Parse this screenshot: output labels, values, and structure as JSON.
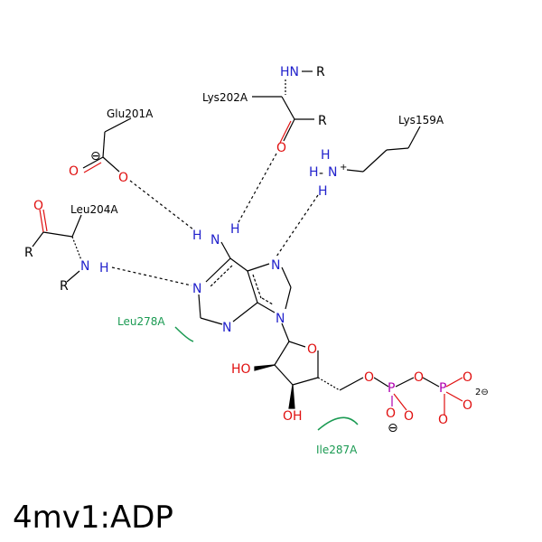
{
  "title": "4mv1:ADP",
  "colors": {
    "bond": "#000000",
    "nitrogen": "#2222cc",
    "oxygen": "#e01010",
    "phosphorus": "#b000b0",
    "hydrophobic": "#1a9a52"
  },
  "residues": {
    "lys202": "Lys202A",
    "glu201": "Glu201A",
    "leu204": "Leu204A",
    "lys159": "Lys159A",
    "leu278": "Leu278A",
    "ile287": "Ile287A"
  },
  "atoms": {
    "N": "N",
    "H": "H",
    "O": "O",
    "R": "R",
    "P": "P",
    "HN": "HN",
    "HO": "HO",
    "OH": "OH",
    "charge_minus": "⊖",
    "charge_plus": "+",
    "charge_2minus": "2⊖"
  }
}
